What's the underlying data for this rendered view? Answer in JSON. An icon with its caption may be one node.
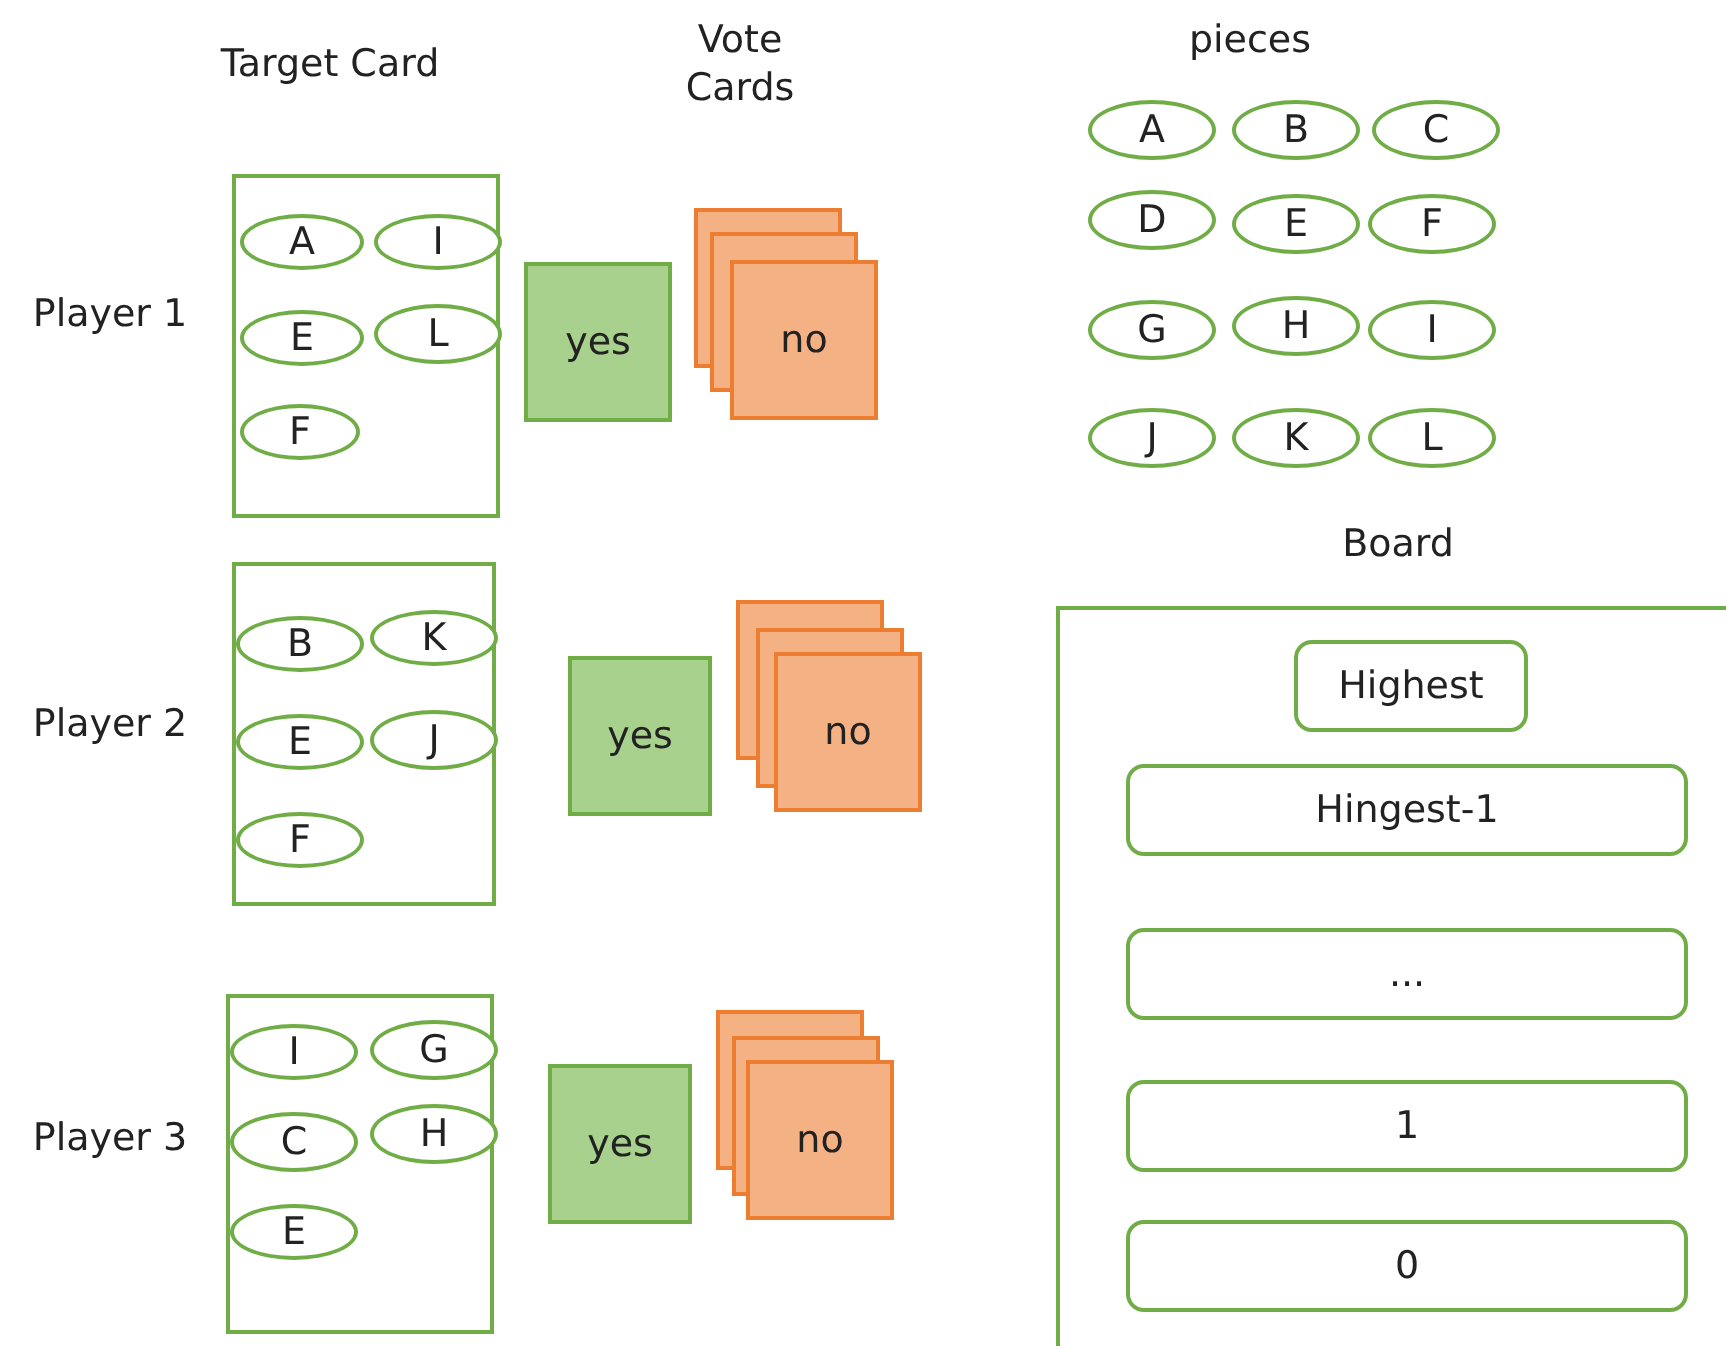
{
  "diagram": {
    "nodes": [
      {
        "text": [],
        "shape": "box"
      },
      {
        "text": [
          "A"
        ],
        "in": 0
      },
      {
        "text": [
          "I"
        ],
        "in": 0
      },
      {
        "text": [
          "E"
        ],
        "in": 0
      },
      {
        "text": [
          "L"
        ],
        "in": 0
      },
      {
        "text": [
          "F"
        ],
        "in": 0
      },
      {
        "text": [
          "yes"
        ]
      },
      {
        "text": [
          "no"
        ]
      },
      {
        "text": [
          "A"
        ]
      },
      {
        "text": [
          "B"
        ]
      },
      {
        "text": [
          "C"
        ]
      },
      {
        "text": [
          "D"
        ]
      },
      {
        "text": [
          "E"
        ]
      },
      {
        "text": [
          "F"
        ]
      },
      {
        "text": [
          "G"
        ]
      },
      {
        "text": [
          "H"
        ]
      },
      {
        "text": [
          "I"
        ]
      },
      {
        "text": [
          "J"
        ]
      },
      {
        "text": [
          "K"
        ]
      },
      {
        "text": [
          "L"
        ]
      },
      {
        "text": [],
        "shape": "box"
      },
      {
        "text": [
          "B"
        ],
        "in": 20
      },
      {
        "text": [
          "K"
        ],
        "in": 20
      },
      {
        "text": [
          "E"
        ],
        "in": 20
      },
      {
        "text": [
          "J"
        ],
        "in": 20
      },
      {
        "text": [
          "F"
        ],
        "in": 20
      },
      {
        "text": [
          "yes"
        ]
      },
      {
        "text": [
          "no"
        ]
      },
      {
        "text": [
          "Board"
        ]
      },
      {
        "text": [
          "Highest"
        ],
        "in": 28
      },
      {
        "text": [
          "Hingest-1"
        ],
        "in": 28
      },
      {
        "text": [
          "..."
        ],
        "in": 28
      },
      {
        "text": [
          "1"
        ],
        "in": 28
      },
      {
        "text": [
          "0"
        ],
        "in": 28
      },
      {
        "text": [],
        "shape": "box"
      },
      {
        "text": [
          "I"
        ],
        "in": 34
      },
      {
        "text": [
          "G"
        ],
        "in": 34
      },
      {
        "text": [
          "C"
        ],
        "in": 34
      },
      {
        "text": [
          "H"
        ],
        "in": 34
      },
      {
        "text": [
          "E"
        ],
        "in": 34
      },
      {
        "text": [
          "yes"
        ]
      },
      {
        "text": [
          "no"
        ]
      }
    ],
    "labels": [
      "Target Card",
      "Vote Cards",
      "pieces",
      "Player 1",
      "Player 2",
      "Player 3"
    ]
  }
}
